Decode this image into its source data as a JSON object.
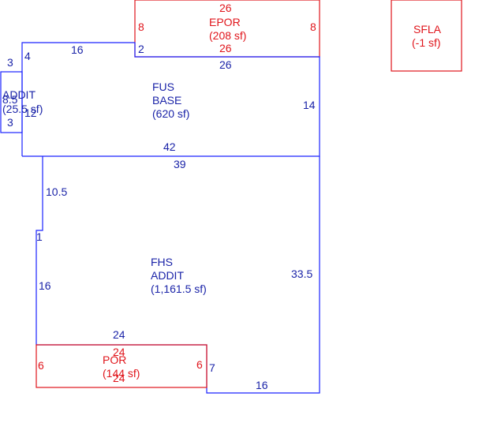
{
  "colors": {
    "blue": "#1a23ff",
    "blue_text": "#1a23a8",
    "red": "#e0151b"
  },
  "areas": {
    "epor": {
      "name": "EPOR",
      "area": "(208 sf)"
    },
    "sfla": {
      "name": "SFLA",
      "area": "(-1 sf)"
    },
    "fus": {
      "name1": "FUS",
      "name2": "BASE",
      "area": "(620 sf)"
    },
    "addit_small": {
      "name": "ADDIT",
      "area": "(25.5 sf)"
    },
    "fhs": {
      "name1": "FHS",
      "name2": "ADDIT",
      "area": "(1,161.5 sf)"
    },
    "por": {
      "name": "POR",
      "area": "(144 sf)"
    }
  },
  "dims": {
    "epor_top": "26",
    "epor_bottom": "26",
    "epor_left": "8",
    "epor_right": "8",
    "fus_top_left": "16",
    "fus_top_right": "26",
    "fus_step": "2",
    "fus_left": "4",
    "fus_right": "14",
    "fus_bottom": "42",
    "addit_top": "3",
    "addit_mid_a": "8.5",
    "addit_mid_b": "12",
    "addit_bottom": "3",
    "fhs_top": "39",
    "fhs_left_upper": "10.5",
    "fhs_step": "1",
    "fhs_left_lower": "16",
    "fhs_right": "33.5",
    "fhs_por_top": "24",
    "fhs_notch": "7",
    "fhs_bottom": "16",
    "por_top": "24",
    "por_bottom": "24",
    "por_left": "6",
    "por_right": "6"
  }
}
